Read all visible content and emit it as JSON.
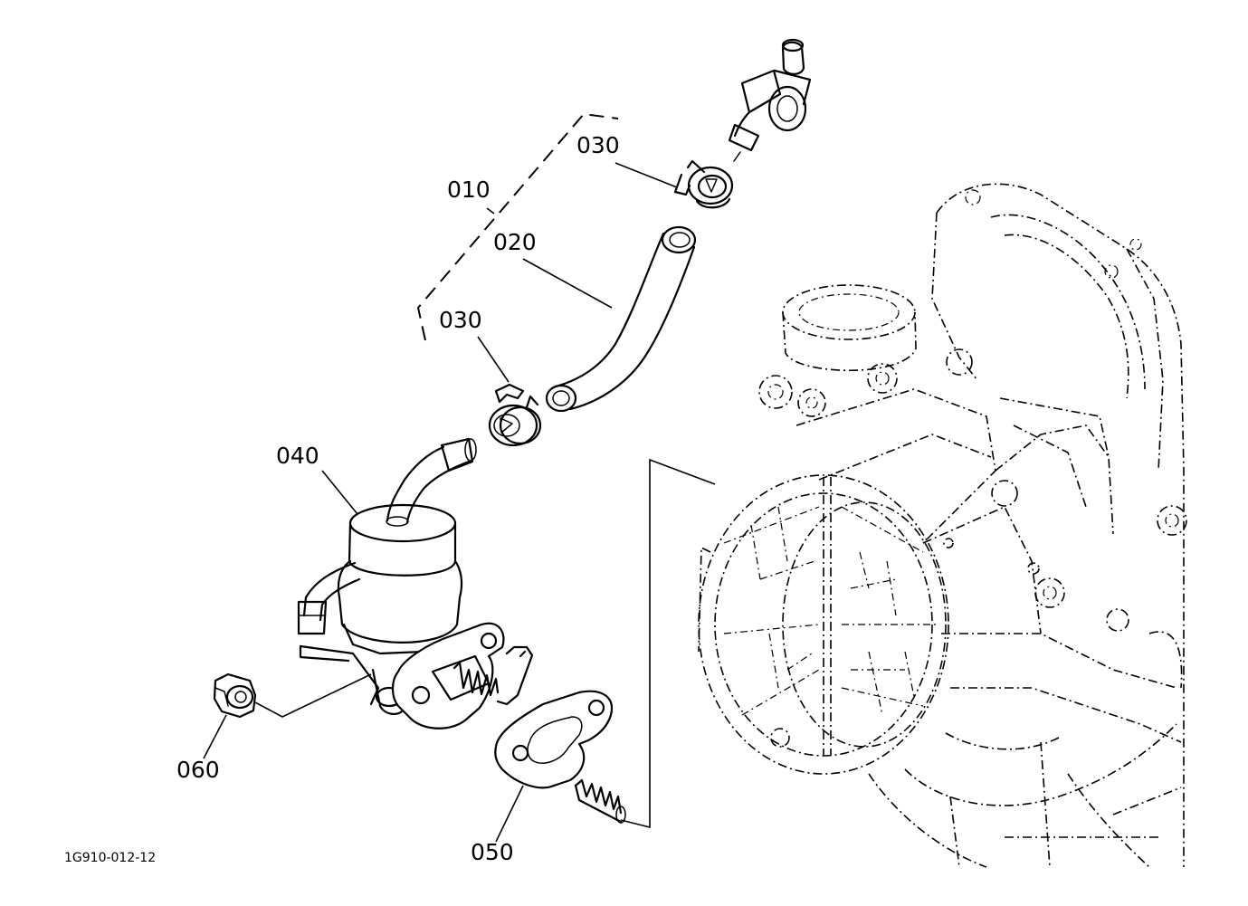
{
  "diagram": {
    "reference_code": "1G910-012-12",
    "callouts": [
      {
        "id": "010",
        "label": "010"
      },
      {
        "id": "020",
        "label": "020"
      },
      {
        "id": "030a",
        "label": "030"
      },
      {
        "id": "030b",
        "label": "030"
      },
      {
        "id": "040",
        "label": "040"
      },
      {
        "id": "050",
        "label": "050"
      },
      {
        "id": "060",
        "label": "060"
      }
    ]
  }
}
